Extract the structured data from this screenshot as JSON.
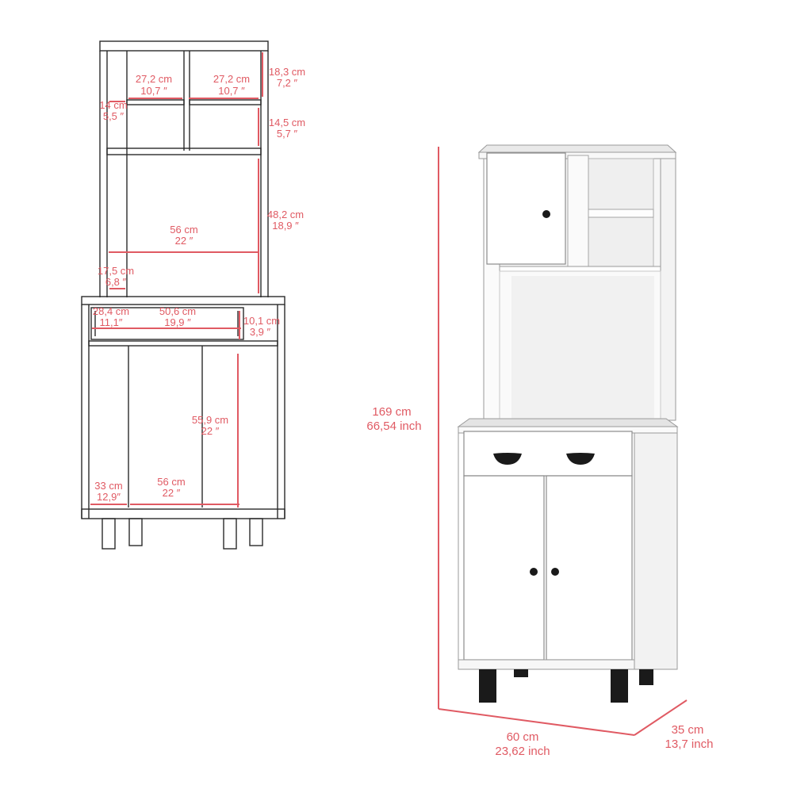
{
  "diagram": {
    "measurements": {
      "top_left_width": {
        "cm": "27,2 cm",
        "in": "10,7 ″"
      },
      "top_right_width": {
        "cm": "27,2 cm",
        "in": "10,7 ″"
      },
      "top_height": {
        "cm": "18,3 cm",
        "in": "7,2 ″"
      },
      "left_shelf_depth": {
        "cm": "14 cm",
        "in": "5,5 ″"
      },
      "mid_shelf_height": {
        "cm": "14,5 cm",
        "in": "5,7 ″"
      },
      "open_width": {
        "cm": "56 cm",
        "in": "22 ″"
      },
      "open_height": {
        "cm": "48,2 cm",
        "in": "18,9 ″"
      },
      "counter_depth": {
        "cm": "17,5 cm",
        "in": "6,8 ″"
      },
      "drawer_depth": {
        "cm": "28,4 cm",
        "in": "11,1″"
      },
      "drawer_width": {
        "cm": "50,6 cm",
        "in": "19,9 ″"
      },
      "drawer_height": {
        "cm": "10,1 cm",
        "in": "3,9 ″"
      },
      "cabinet_height": {
        "cm": "55,9 cm",
        "in": "22 ″"
      },
      "cabinet_depth": {
        "cm": "33 cm",
        "in": "12,9″"
      },
      "cabinet_width": {
        "cm": "56 cm",
        "in": "22 ″"
      }
    },
    "overall": {
      "height": {
        "cm": "169 cm",
        "in": "66,54 inch"
      },
      "width": {
        "cm": "60 cm",
        "in": "23,62 inch"
      },
      "depth": {
        "cm": "35 cm",
        "in": "13,7 inch"
      }
    },
    "colors": {
      "accent": "#e05a63",
      "line": "#2a2a2a",
      "cabinet": "#ffffff",
      "handle": "#1a1a1a"
    }
  }
}
